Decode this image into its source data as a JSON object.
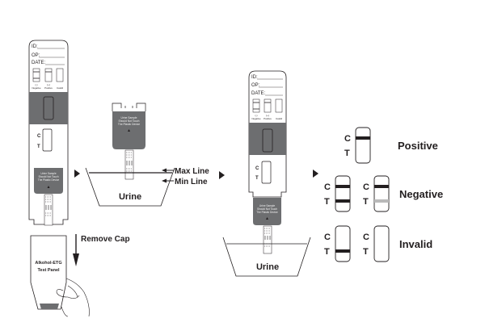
{
  "colors": {
    "ink": "#231f20",
    "device_grey": "#6d6e70",
    "faint_line": "#b9b9b9",
    "background": "#ffffff"
  },
  "step1": {
    "card_fields": [
      "ID:",
      "OP:",
      "DATE:"
    ],
    "mini_labels": [
      "(-)",
      "(+)",
      ""
    ],
    "mini_captions": [
      "Negative",
      "Positive",
      "Invalid"
    ],
    "window_labels": {
      "c": "C",
      "t": "T"
    },
    "warning_text": [
      "Urine Sample",
      "Should Not Touch",
      "The Plastic Device"
    ],
    "remove_cap_label": "Remove Cap",
    "cap_label": [
      "Alkohol-ETG",
      "Test Panel"
    ]
  },
  "step2": {
    "warning_text": [
      "Urine Sample",
      "Should Not Touch",
      "The Plastic Device"
    ],
    "max_line_label": "Max Line",
    "min_line_label": "Min Line",
    "cup_label": "Urine"
  },
  "step3": {
    "card_fields": [
      "ID:",
      "OP:",
      "DATE:"
    ],
    "mini_labels": [
      "(-)",
      "(+)",
      ""
    ],
    "mini_captions": [
      "Negative",
      "Positive",
      "Invalid"
    ],
    "window_labels": {
      "c": "C",
      "t": "T"
    },
    "warning_text": [
      "Urine Sample",
      "Should Not Touch",
      "The Plastic Device"
    ],
    "cup_label": "Urine"
  },
  "results": {
    "c_label": "C",
    "t_label": "T",
    "rows": [
      {
        "label": "Positive",
        "strips": [
          {
            "c": "strong",
            "t": "none"
          }
        ]
      },
      {
        "label": "Negative",
        "strips": [
          {
            "c": "strong",
            "t": "strong"
          },
          {
            "c": "strong",
            "t": "faint"
          }
        ]
      },
      {
        "label": "Invalid",
        "strips": [
          {
            "c": "none",
            "t": "strong"
          },
          {
            "c": "none",
            "t": "none"
          }
        ]
      }
    ]
  },
  "arrows": [
    "step-arrow",
    "step-arrow",
    "step-arrow"
  ]
}
